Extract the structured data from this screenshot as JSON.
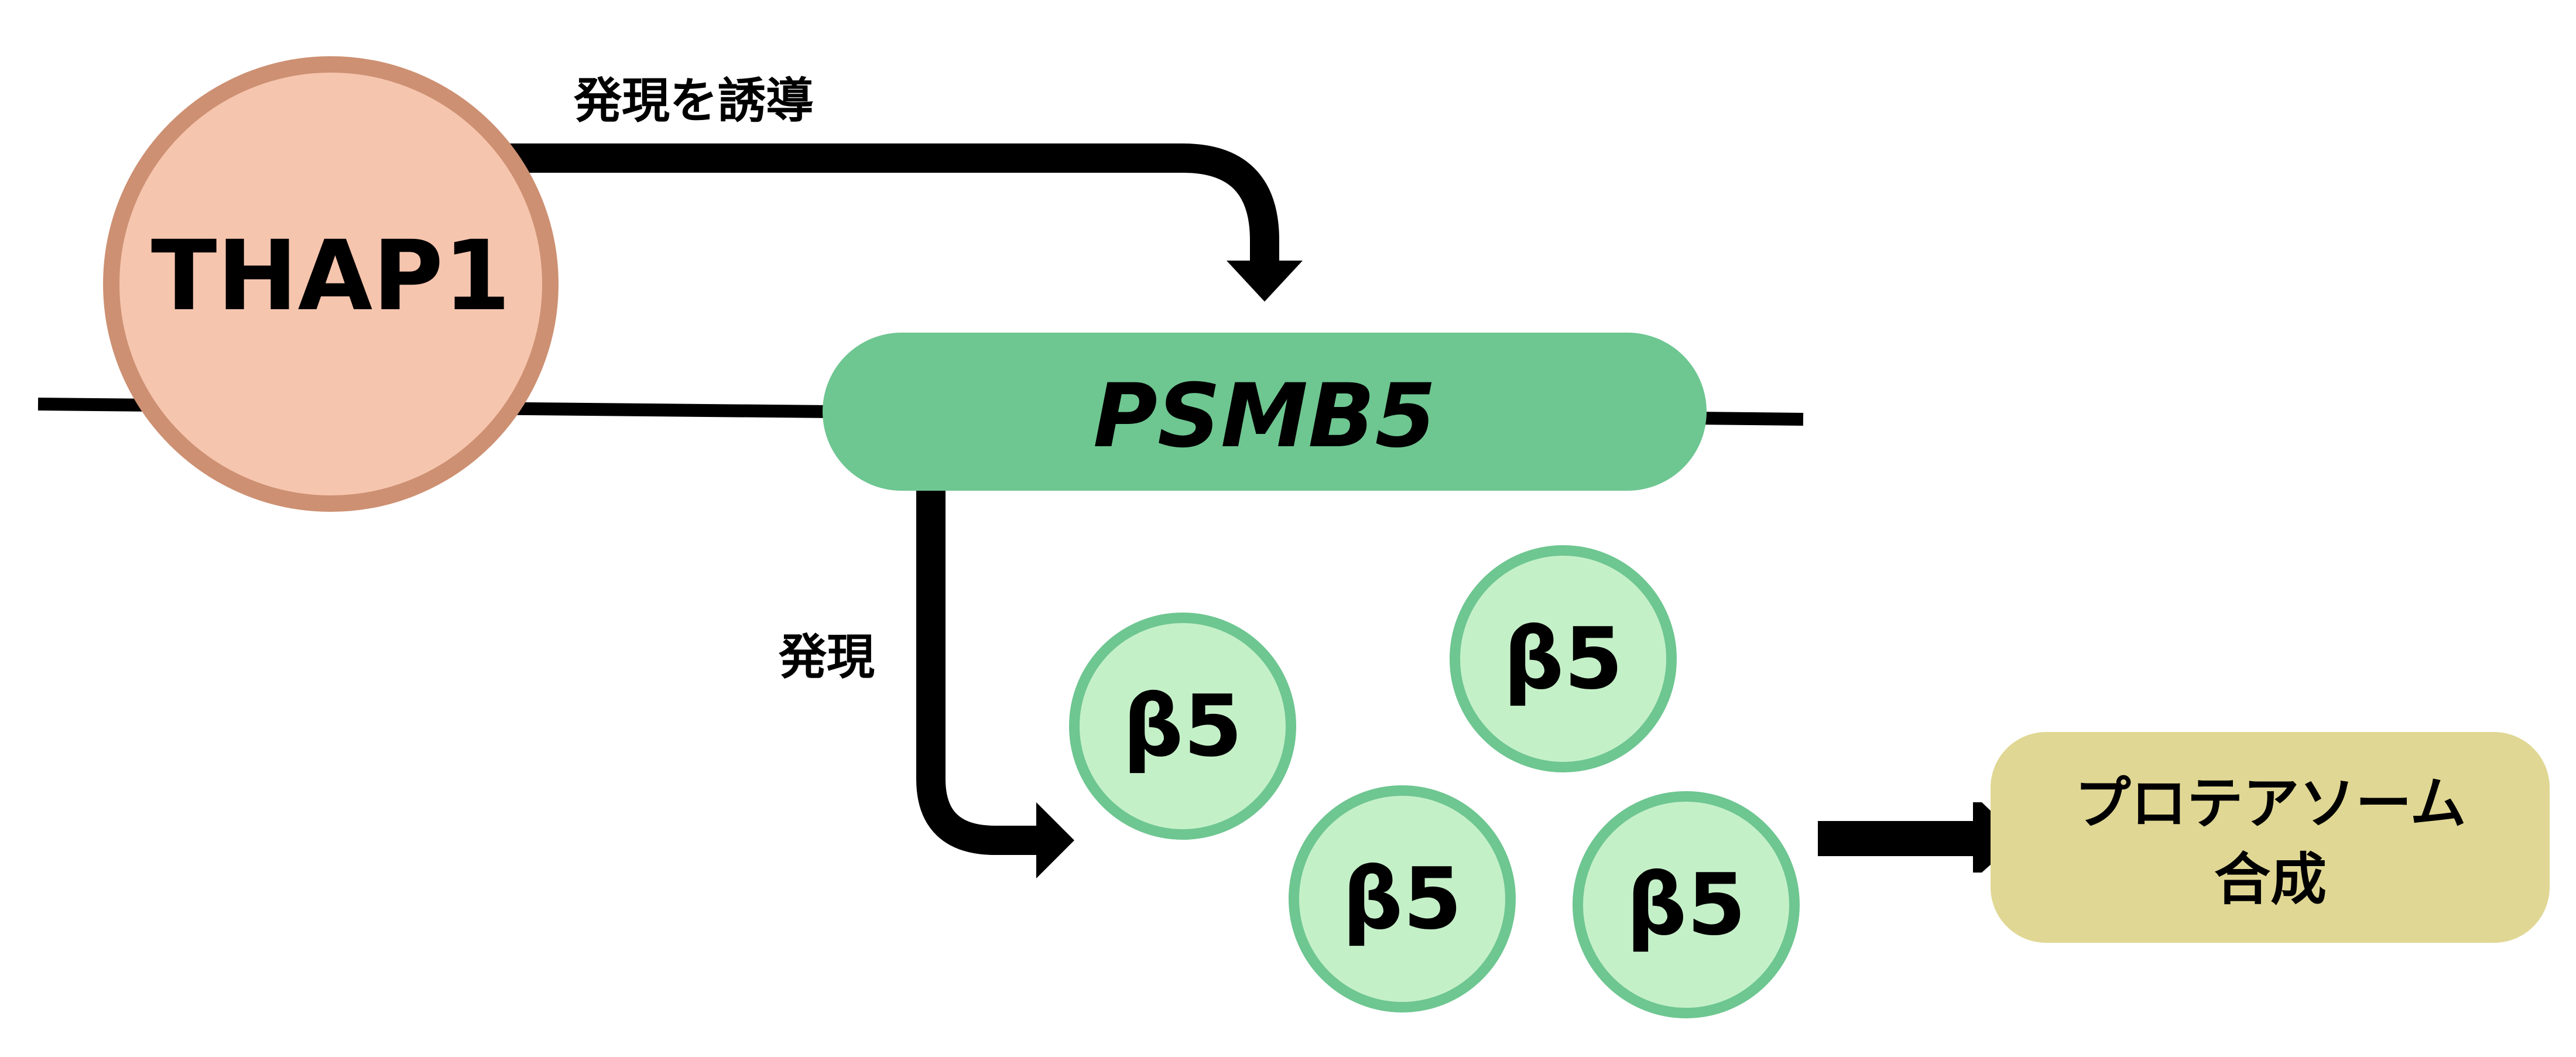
{
  "diagram": {
    "thap1": {
      "label": "THAP1"
    },
    "gene": {
      "label": "PSMB5"
    },
    "induce_label": "発現を誘導",
    "express_label": "発現",
    "subunits": [
      {
        "label": "β5"
      },
      {
        "label": "β5"
      },
      {
        "label": "β5"
      },
      {
        "label": "β5"
      }
    ],
    "result": {
      "line1": "プロテアソーム",
      "line2": "合成"
    },
    "colors": {
      "thap1_fill": "#f6c5ae",
      "thap1_stroke": "#cd9072",
      "gene_fill": "#6ec691",
      "subunit_fill": "#c4f0c8",
      "subunit_stroke": "#6ec691",
      "result_fill": "#e0d794",
      "line": "#000000"
    }
  }
}
